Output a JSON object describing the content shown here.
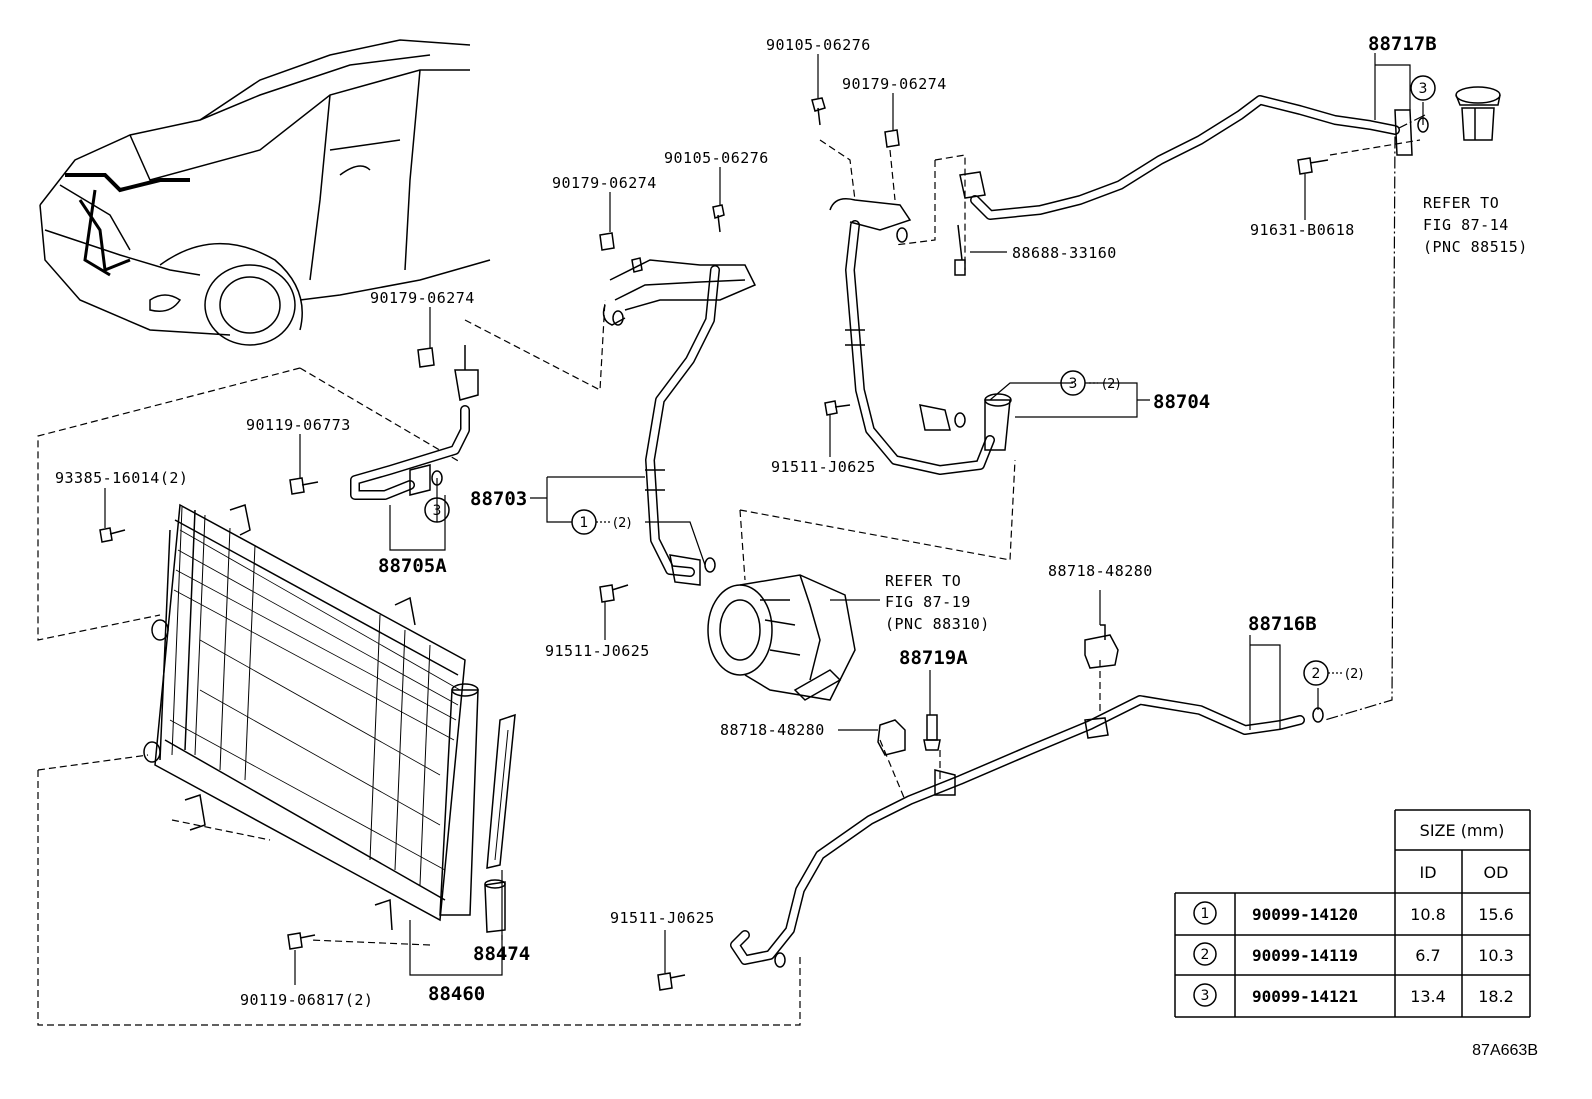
{
  "callouts": {
    "p90105_06276_top": "90105-06276",
    "p90179_06274_top": "90179-06274",
    "p88717B": "88717B",
    "p90105_06276_mid": "90105-06276",
    "p90179_06274_mid": "90179-06274",
    "p91631_B0618": "91631-B0618",
    "p88688_33160": "88688-33160",
    "p90179_06274_left": "90179-06274",
    "p88704": "88704",
    "p90119_06773": "90119-06773",
    "p93385_16014": "93385-16014(2)",
    "p91511_J0625_right": "91511-J0625",
    "p88703": "88703",
    "p88705A": "88705A",
    "p91511_J0625_mid": "91511-J0625",
    "p88718_48280_right": "88718-48280",
    "p88716B": "88716B",
    "p88719A": "88719A",
    "p88718_48280_left": "88718-48280",
    "p91511_J0625_bottom": "91511-J0625",
    "p88474": "88474",
    "p88460": "88460",
    "p90119_06817": "90119-06817(2)"
  },
  "qty": {
    "q2_88704": "(2)",
    "q2_88703": "(2)",
    "q2_88716B": "(2)"
  },
  "circles": {
    "c3_88717B": "3",
    "c3_88704": "3",
    "c1_88703": "1",
    "c3_88705A": "3",
    "c2_88716B": "2"
  },
  "refs": {
    "evap": {
      "line1": "REFER TO",
      "line2": "FIG 87-14",
      "line3": "(PNC 88515)"
    },
    "compressor": {
      "line1": "REFER TO",
      "line2": "FIG 87-19",
      "line3": "(PNC 88310)"
    }
  },
  "size_table": {
    "header": "SIZE (mm)",
    "col_id": "ID",
    "col_od": "OD",
    "rows": [
      {
        "mark": "1",
        "part": "90099-14120",
        "id": "10.8",
        "od": "15.6"
      },
      {
        "mark": "2",
        "part": "90099-14119",
        "id": "6.7",
        "od": "10.3"
      },
      {
        "mark": "3",
        "part": "90099-14121",
        "id": "13.4",
        "od": "18.2"
      }
    ]
  },
  "figure_code": "87A663B"
}
